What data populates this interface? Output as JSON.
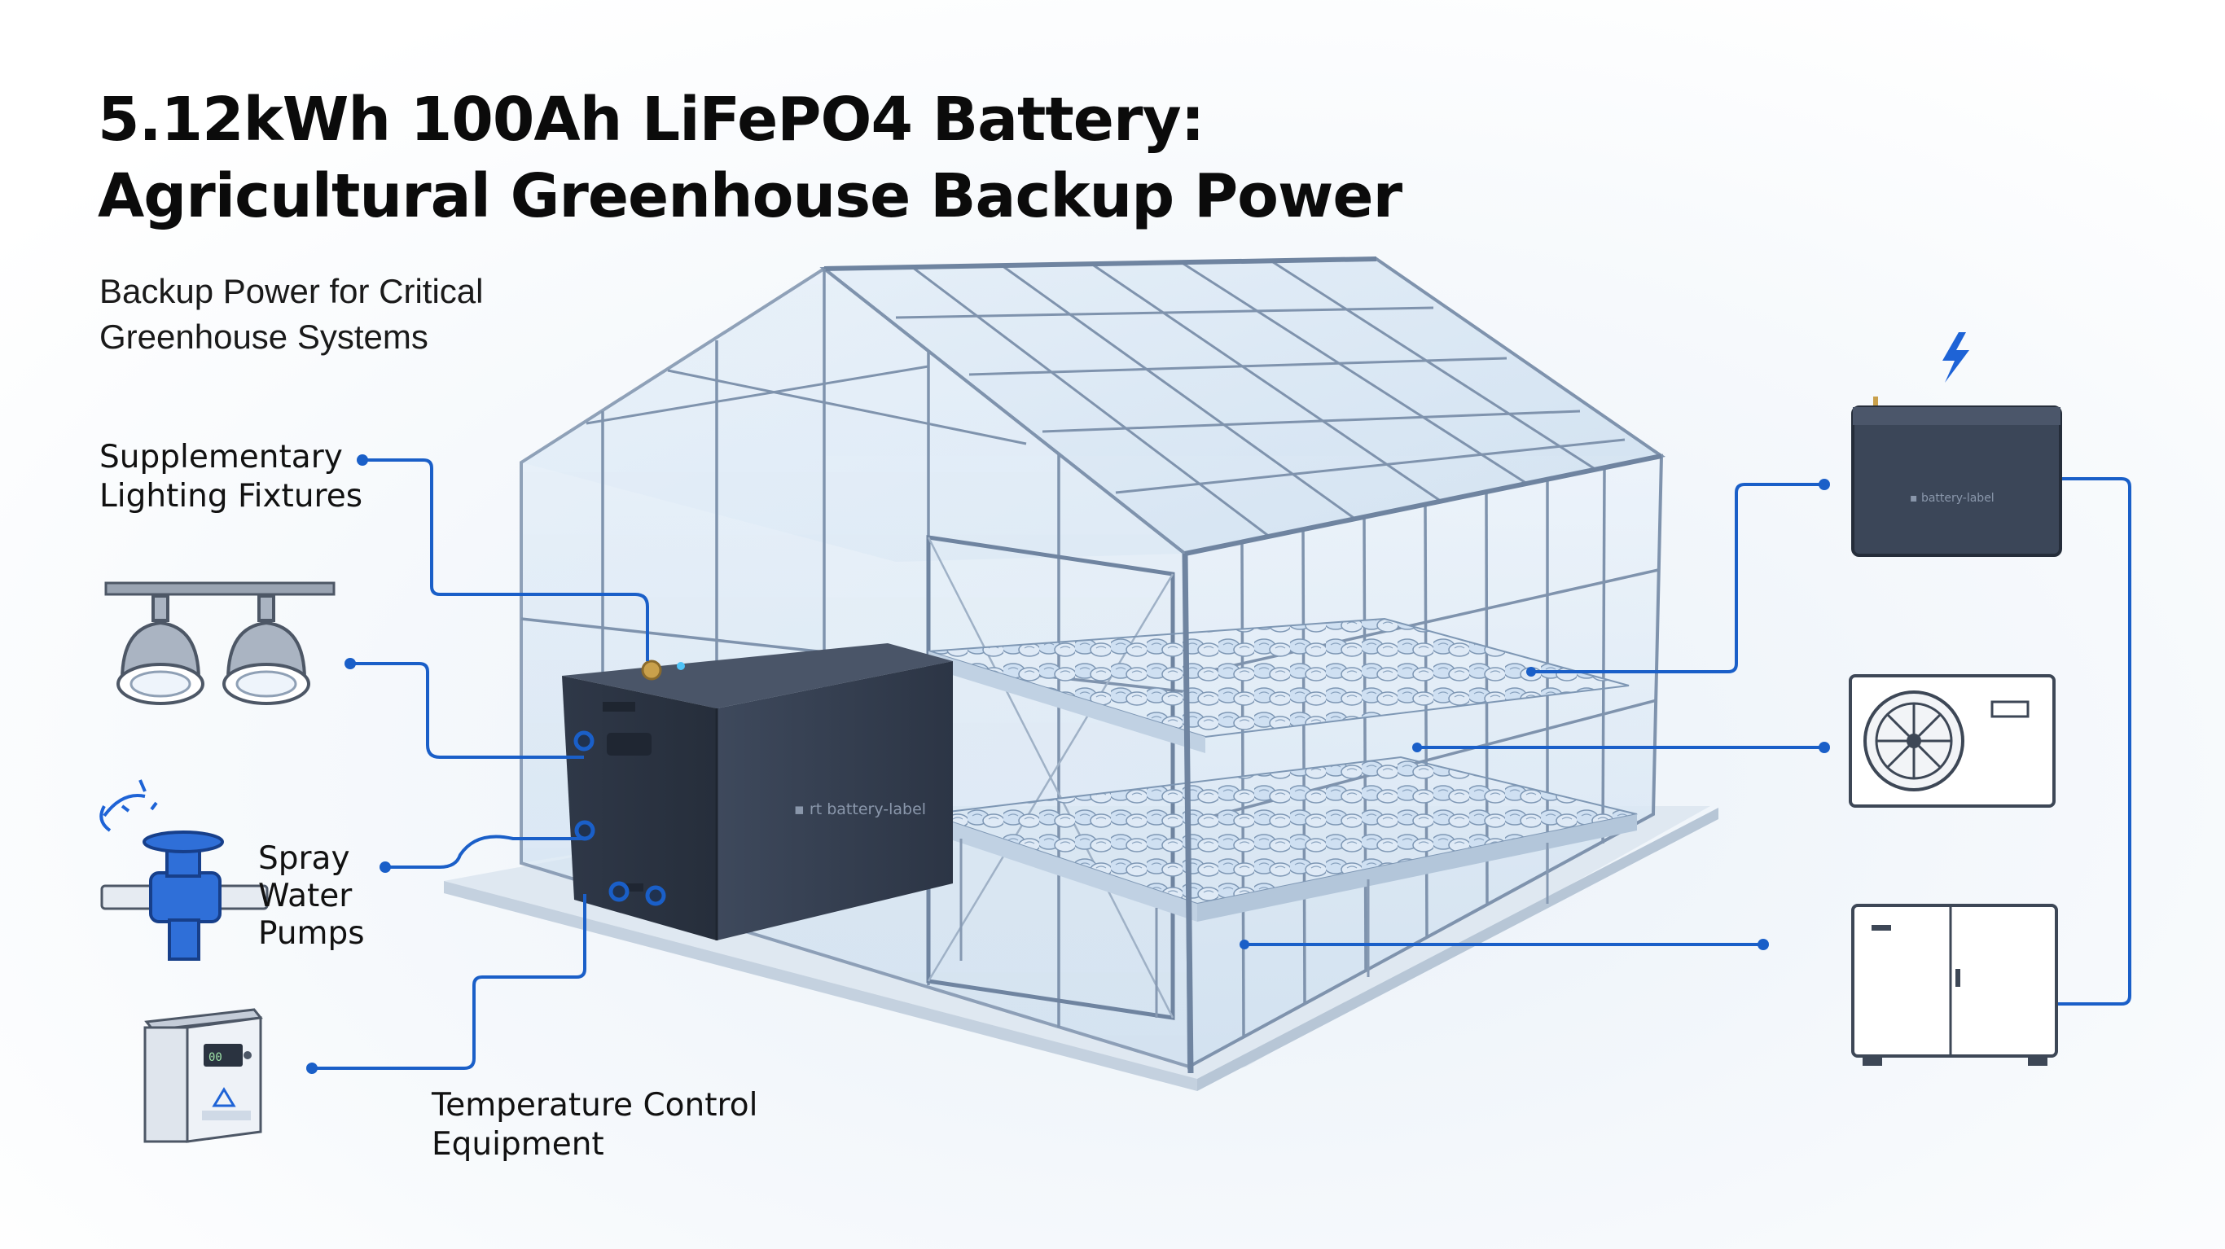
{
  "title": "5.12kWh 100Ah LiFePO4 Battery: Agricultural Greenhouse Backup Power",
  "subtitle": "Backup Power for Critical Greenhouse Systems",
  "labels": {
    "lighting": "Supplementary Lighting Fixtures",
    "pumps": "Spray Water Pumps",
    "temperature": "Temperature Control Equipment"
  },
  "icons": {
    "left": [
      "lighting-fixture-icon",
      "water-pump-valve-icon",
      "temperature-controller-icon"
    ],
    "right": [
      "lightning-bolt-icon",
      "battery-module-icon",
      "air-conditioner-icon",
      "electrical-cabinet-icon"
    ]
  },
  "colors": {
    "connector": "#1a5fc8",
    "battery_body": "#3c4657",
    "greenhouse_frame": "#7f93ad",
    "glass": "#dbe8f4",
    "accent_blue": "#1e63d6"
  }
}
